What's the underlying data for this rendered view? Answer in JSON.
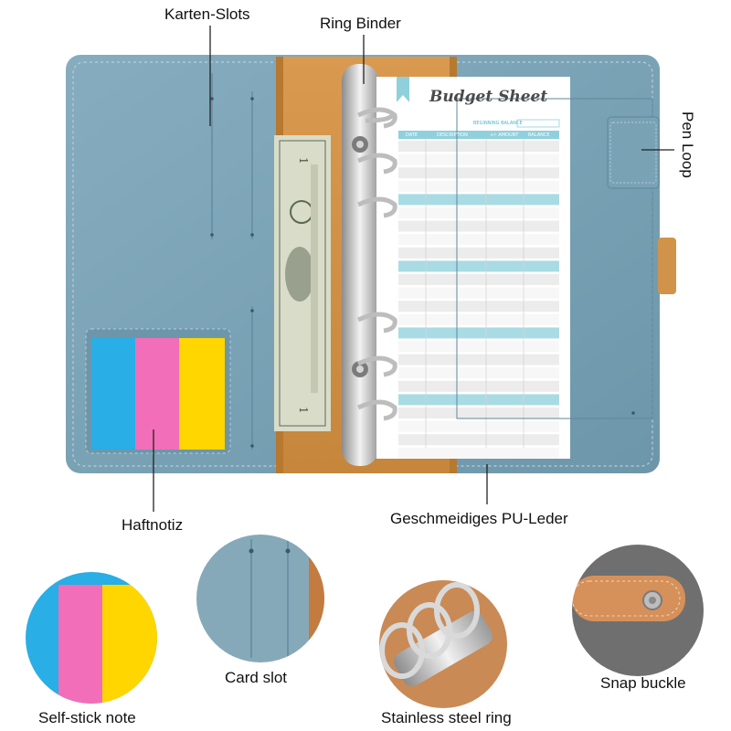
{
  "labels": {
    "karten_slots": "Karten-Slots",
    "ring_binder": "Ring Binder",
    "pen_loop": "Pen Loop",
    "haftnotiz": "Haftnotiz",
    "pu_leder": "Geschmeidiges PU-Leder",
    "self_stick_note": "Self-stick note",
    "card_slot": "Card slot",
    "stainless_ring": "Stainless steel ring",
    "snap_buckle": "Snap buckle"
  },
  "sheet": {
    "title": "Budget Sheet",
    "beginning_balance": "BEGINNING BALANCE",
    "columns": [
      "DATE",
      "DESCRIPTION",
      "+/- AMOUNT",
      "BALANCE"
    ]
  },
  "colors": {
    "leather": "#7fa6b8",
    "leather_dark": "#6a92a6",
    "tan": "#d1934a",
    "sheet_accent": "#8fd0dc",
    "note_blue": "#29aee6",
    "note_pink": "#f26eb9",
    "note_yellow": "#ffd600"
  }
}
